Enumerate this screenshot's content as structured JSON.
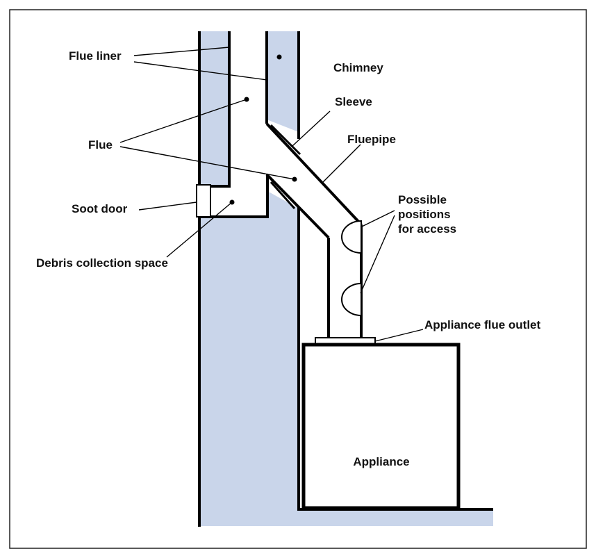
{
  "labels": {
    "flue_liner": "Flue liner",
    "chimney": "Chimney",
    "sleeve": "Sleeve",
    "flue": "Flue",
    "fluepipe": "Fluepipe",
    "soot_door": "Soot door",
    "debris_collection_space": "Debris collection space",
    "possible_positions_line1": "Possible",
    "possible_positions_line2": "positions",
    "possible_positions_line3": "for access",
    "appliance_flue_outlet": "Appliance flue outlet",
    "appliance": "Appliance"
  },
  "colors": {
    "masonry": "#c9d5ea",
    "line": "#000000",
    "background": "#ffffff"
  }
}
